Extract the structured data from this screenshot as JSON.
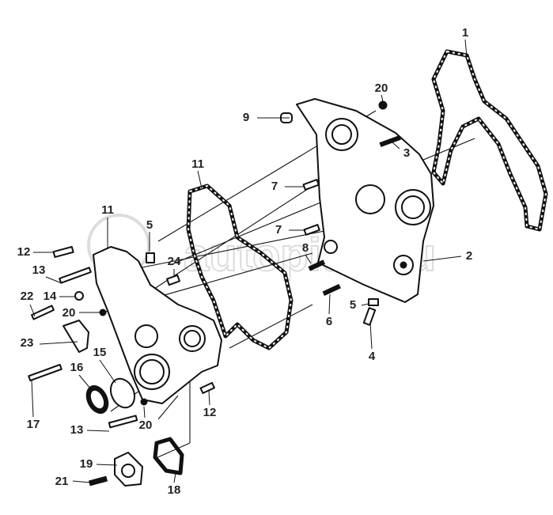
{
  "diagram": {
    "title": "Timing gear cover exploded view",
    "watermark": "autopiter.ru",
    "callouts": [
      "1",
      "20",
      "9",
      "3",
      "11",
      "7",
      "7",
      "11",
      "5",
      "8",
      "2",
      "12",
      "24",
      "13",
      "14",
      "22",
      "20",
      "5",
      "6",
      "23",
      "15",
      "4",
      "16",
      "12",
      "17",
      "13",
      "20",
      "19",
      "21",
      "18"
    ]
  },
  "colors": {
    "ink": "#111111",
    "watermark": "#d9d9d9"
  }
}
